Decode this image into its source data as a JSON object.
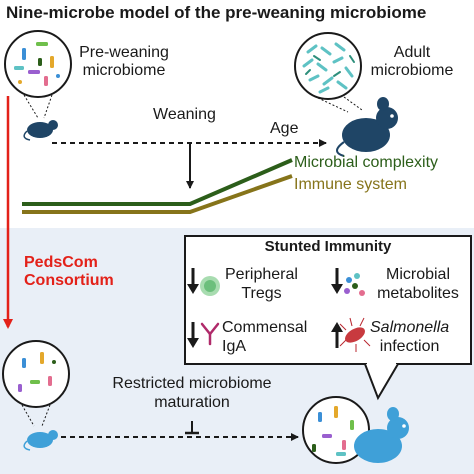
{
  "title": "Nine-microbe model of the pre-weaning microbiome",
  "pre_weaning": {
    "line1": "Pre-weaning",
    "line2": "microbiome"
  },
  "adult": {
    "line1": "Adult",
    "line2": "microbiome"
  },
  "weaning_label": "Weaning",
  "age_label": "Age",
  "microbial_complexity": "Microbial complexity",
  "immune_system": "Immune system",
  "pedscom": {
    "line1": "PedsCom",
    "line2": "Consortium"
  },
  "stunted": {
    "title": "Stunted Immunity",
    "tregs": {
      "line1": "Peripheral",
      "line2": "Tregs"
    },
    "metabolites": {
      "line1": "Microbial",
      "line2": "metabolites"
    },
    "iga": {
      "line1": "Commensal",
      "line2": "IgA"
    },
    "salmonella": {
      "line1": "Salmonella",
      "line2": "infection"
    }
  },
  "restricted": {
    "line1": "Restricted microbiome",
    "line2": "maturation"
  },
  "colors": {
    "green": "#2c5e1a",
    "gold": "#86741a",
    "red": "#e32119",
    "panel_bg": "#e9eff7",
    "mouse": "#1f4566",
    "mouse_baby": "#3fa0d8"
  }
}
